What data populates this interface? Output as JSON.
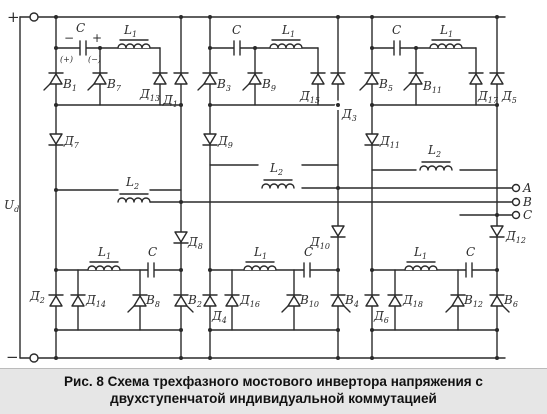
{
  "terminals": {
    "plus": "+",
    "minus": "−",
    "ud": "U",
    "ud_sub": "d"
  },
  "commutation": {
    "capacitor": "C",
    "inductor1": "L",
    "inductor1_sub": "1",
    "inductor2": "L",
    "inductor2_sub": "2",
    "polarity_pos": "(+)",
    "polarity_neg": "(−)",
    "mark_minus": "−",
    "mark_plus": "+"
  },
  "thyristors": {
    "b1": {
      "letter": "B",
      "sub": "1"
    },
    "b2": {
      "letter": "B",
      "sub": "2"
    },
    "b3": {
      "letter": "B",
      "sub": "3"
    },
    "b4": {
      "letter": "B",
      "sub": "4"
    },
    "b5": {
      "letter": "B",
      "sub": "5"
    },
    "b6": {
      "letter": "B",
      "sub": "6"
    },
    "b7": {
      "letter": "B",
      "sub": "7"
    },
    "b8": {
      "letter": "B",
      "sub": "8"
    },
    "b9": {
      "letter": "B",
      "sub": "9"
    },
    "b10": {
      "letter": "B",
      "sub": "10"
    },
    "b11": {
      "letter": "B",
      "sub": "11"
    },
    "b12": {
      "letter": "B",
      "sub": "12"
    }
  },
  "diodes": {
    "d1": {
      "letter": "Д",
      "sub": "1"
    },
    "d2": {
      "letter": "Д",
      "sub": "2"
    },
    "d3": {
      "letter": "Д",
      "sub": "3"
    },
    "d4": {
      "letter": "Д",
      "sub": "4"
    },
    "d5": {
      "letter": "Д",
      "sub": "5"
    },
    "d6": {
      "letter": "Д",
      "sub": "6"
    },
    "d7": {
      "letter": "Д",
      "sub": "7"
    },
    "d8": {
      "letter": "Д",
      "sub": "8"
    },
    "d9": {
      "letter": "Д",
      "sub": "9"
    },
    "d10": {
      "letter": "Д",
      "sub": "10"
    },
    "d11": {
      "letter": "Д",
      "sub": "11"
    },
    "d12": {
      "letter": "Д",
      "sub": "12"
    },
    "d13": {
      "letter": "Д",
      "sub": "13"
    },
    "d14": {
      "letter": "Д",
      "sub": "14"
    },
    "d15": {
      "letter": "Д",
      "sub": "15"
    },
    "d16": {
      "letter": "Д",
      "sub": "16"
    },
    "d17": {
      "letter": "Д",
      "sub": "17"
    },
    "d18": {
      "letter": "Д",
      "sub": "18"
    }
  },
  "outputs": {
    "a": "A",
    "b": "B",
    "c": "C"
  },
  "caption": {
    "line1": "Рис. 8 Схема трехфазного мостового инвертора напряжения с",
    "line2": "двухступенчатой индивидуальной коммутацией"
  },
  "colors": {
    "ink": "#2a2a2a",
    "caption_bg": "#e6e6e6"
  }
}
